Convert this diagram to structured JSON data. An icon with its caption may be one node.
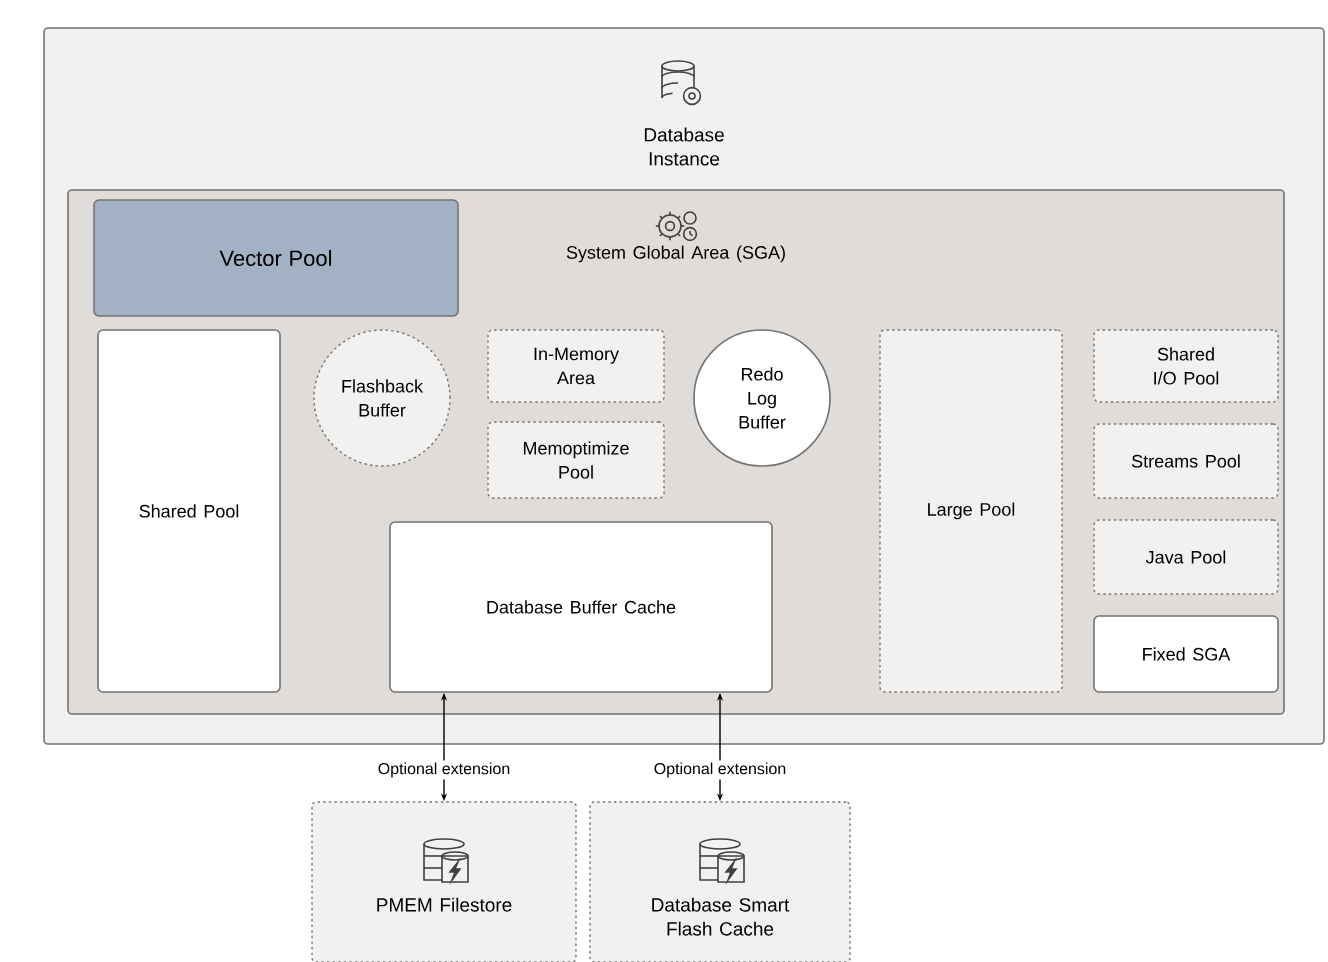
{
  "diagram": {
    "nodes": [
      {
        "text": [
          "Database Instance"
        ]
      },
      {
        "text": [
          "System Global Area (SGA)"
        ],
        "in": 0
      },
      {
        "text": [
          "Vector Pool"
        ],
        "in": 1
      },
      {
        "text": [
          "Shared Pool"
        ],
        "in": 1
      },
      {
        "text": [
          "Flashback Buffer"
        ],
        "in": 1
      },
      {
        "text": [
          "In-Memory Area"
        ],
        "in": 1
      },
      {
        "text": [
          "Memoptimize Pool"
        ],
        "in": 1
      },
      {
        "text": [
          "Redo Log Buffer"
        ],
        "in": 1
      },
      {
        "text": [
          "Database Buffer Cache"
        ],
        "in": 1
      },
      {
        "text": [
          "Large Pool"
        ],
        "in": 1
      },
      {
        "text": [
          "Shared I/O Pool"
        ],
        "in": 1
      },
      {
        "text": [
          "Streams Pool"
        ],
        "in": 1
      },
      {
        "text": [
          "Java Pool"
        ],
        "in": 1
      },
      {
        "text": [
          "Fixed SGA"
        ],
        "in": 1
      },
      {
        "text": [
          "PMEM Filestore"
        ]
      },
      {
        "text": [
          "Database Smart Flash Cache"
        ]
      }
    ],
    "edges": [
      {
        "from": 8,
        "to": 14,
        "arrow": "both",
        "label": "Optional extension"
      },
      {
        "from": 8,
        "to": 15,
        "arrow": "both",
        "label": "Optional extension"
      }
    ]
  }
}
